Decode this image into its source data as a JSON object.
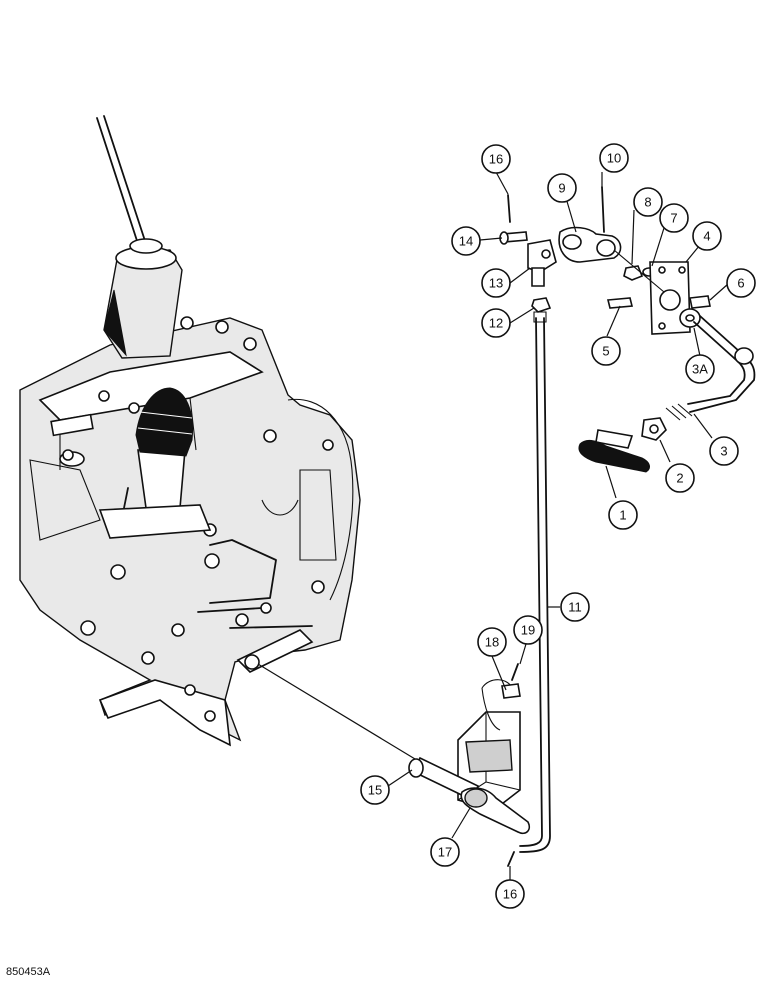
{
  "drawing_id": "850453A",
  "callouts": {
    "c1": "1",
    "c2": "2",
    "c3": "3",
    "c3a": "3A",
    "c4": "4",
    "c5": "5",
    "c6": "6",
    "c7": "7",
    "c8": "8",
    "c9": "9",
    "c10": "10",
    "c11": "11",
    "c12": "12",
    "c13": "13",
    "c14": "14",
    "c15": "15",
    "c16a": "16",
    "c16b": "16",
    "c17": "17",
    "c18": "18",
    "c19": "19"
  }
}
